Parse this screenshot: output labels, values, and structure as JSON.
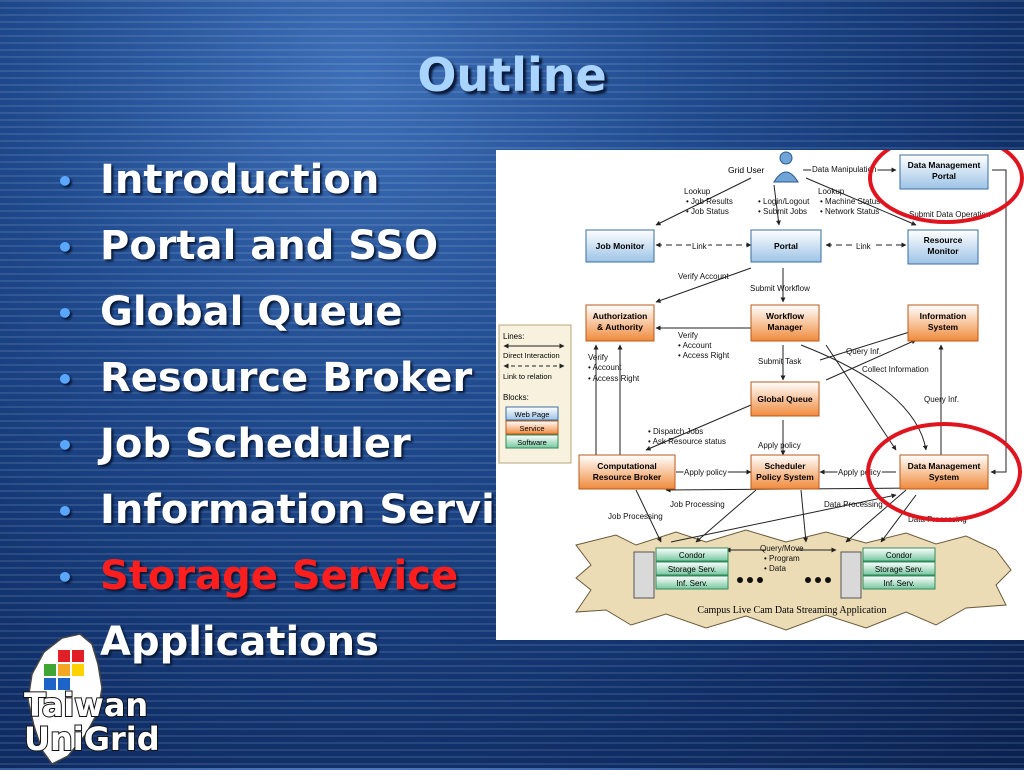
{
  "slide": {
    "title": "Outline",
    "bullets": [
      {
        "label": "Introduction",
        "active": false
      },
      {
        "label": "Portal and SSO",
        "active": false
      },
      {
        "label": "Global Queue",
        "active": false
      },
      {
        "label": "Resource Broker",
        "active": false
      },
      {
        "label": "Job Scheduler",
        "active": false
      },
      {
        "label": "Information Servic",
        "active": false
      },
      {
        "label": "Storage Service",
        "active": true
      },
      {
        "label": "Applications",
        "active": false
      }
    ],
    "highlight_color": "#ff1e1e"
  },
  "diagram": {
    "nodes": {
      "grid_user": "Grid User",
      "dm_portal": [
        "Data Management",
        "Portal"
      ],
      "job_monitor": "Job Monitor",
      "portal": "Portal",
      "resource_monitor": [
        "Resource",
        "Monitor"
      ],
      "auth": [
        "Authorization",
        "& Authority"
      ],
      "workflow": [
        "Workflow",
        "Manager"
      ],
      "info_system": [
        "Information",
        "System"
      ],
      "global_queue": "Global Queue",
      "crb": [
        "Computational",
        "Resource Broker"
      ],
      "scheduler": [
        "Scheduler",
        "Policy System"
      ],
      "dm_system": [
        "Data Management",
        "System"
      ]
    },
    "edge_labels": {
      "data_manipulation": "Data Manipulation",
      "lookup_left": [
        "Lookup",
        "• Job Results",
        "• Job Status"
      ],
      "login": [
        "• Login/Logout",
        "• Submit Jobs"
      ],
      "lookup_right": [
        "Lookup",
        "• Machine Status",
        "• Network Status"
      ],
      "submit_operation": "Submit Data Operation",
      "link_left": "Link",
      "link_right": "Link",
      "verify_account": "Verify Account",
      "submit_workflow": "Submit Workflow",
      "verify_mid": [
        "Verify",
        "• Account",
        "• Access Right"
      ],
      "verify_left": [
        "Verify",
        "• Account",
        "• Access Right"
      ],
      "query_inf": "Query Inf.",
      "submit_task": "Submit Task",
      "collect_information": "Collect Information",
      "query_inf_right": "Query Inf.",
      "dispatch": [
        "• Dispatch Jobs",
        "• Ask Resource status"
      ],
      "apply_policy_gq": "Apply policy",
      "apply_policy_crb": "Apply policy",
      "apply_policy_dm": "Apply policy",
      "job_processing_mid": "Job Processing",
      "data_processing_right": "Data Processing",
      "job_processing_left": "Job Processing",
      "data_processing_low": "Data Processing",
      "query_move": [
        "Query/Move",
        "• Program",
        "• Data"
      ]
    },
    "legend": {
      "lines_title": "Lines:",
      "direct": "Direct Interaction",
      "link": "Link to relation",
      "blocks_title": "Blocks:",
      "web_page": "Web Page",
      "service": "Service",
      "software": "Software"
    },
    "clusters": {
      "left": [
        "Condor",
        "Storage Serv.",
        "Inf. Serv."
      ],
      "right": [
        "Condor",
        "Storage Serv.",
        "Inf. Serv."
      ],
      "caption": "Campus Live Cam Data Streaming Application"
    },
    "highlight_ring_color": "#e0141e"
  },
  "logo": {
    "line1": "Taiwan",
    "line2": "UniGrid"
  }
}
